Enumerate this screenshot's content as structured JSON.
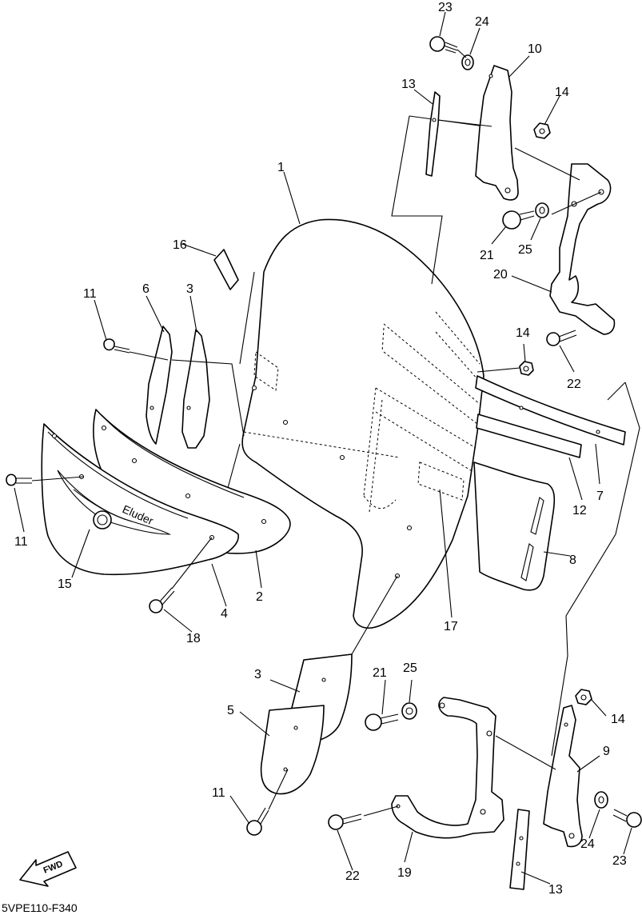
{
  "diagram": {
    "figure_code": "5VPE110-F340",
    "direction_indicator": "FWD",
    "callouts": [
      {
        "id": "c23a",
        "text": "23"
      },
      {
        "id": "c24a",
        "text": "24"
      },
      {
        "id": "c10",
        "text": "10"
      },
      {
        "id": "c13a",
        "text": "13"
      },
      {
        "id": "c14a",
        "text": "14"
      },
      {
        "id": "c1",
        "text": "1"
      },
      {
        "id": "c21a",
        "text": "21"
      },
      {
        "id": "c25a",
        "text": "25"
      },
      {
        "id": "c20",
        "text": "20"
      },
      {
        "id": "c16",
        "text": "16"
      },
      {
        "id": "c11a",
        "text": "11"
      },
      {
        "id": "c6",
        "text": "6"
      },
      {
        "id": "c3a",
        "text": "3"
      },
      {
        "id": "c14b",
        "text": "14"
      },
      {
        "id": "c22a",
        "text": "22"
      },
      {
        "id": "c11b",
        "text": "11"
      },
      {
        "id": "c7",
        "text": "7"
      },
      {
        "id": "c12",
        "text": "12"
      },
      {
        "id": "c15",
        "text": "15"
      },
      {
        "id": "c8",
        "text": "8"
      },
      {
        "id": "c2",
        "text": "2"
      },
      {
        "id": "c4",
        "text": "4"
      },
      {
        "id": "c18",
        "text": "18"
      },
      {
        "id": "c17",
        "text": "17"
      },
      {
        "id": "c3b",
        "text": "3"
      },
      {
        "id": "c21b",
        "text": "21"
      },
      {
        "id": "c25b",
        "text": "25"
      },
      {
        "id": "c5",
        "text": "5"
      },
      {
        "id": "c14c",
        "text": "14"
      },
      {
        "id": "c9",
        "text": "9"
      },
      {
        "id": "c11c",
        "text": "11"
      },
      {
        "id": "c24b",
        "text": "24"
      },
      {
        "id": "c22b",
        "text": "22"
      },
      {
        "id": "c19",
        "text": "19"
      },
      {
        "id": "c23b",
        "text": "23"
      },
      {
        "id": "c13b",
        "text": "13"
      }
    ]
  }
}
